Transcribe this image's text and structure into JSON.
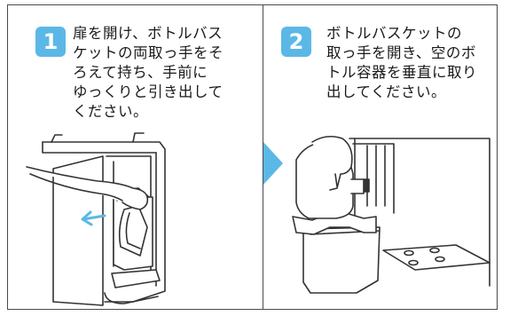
{
  "steps": [
    {
      "number": "1",
      "text": "扉を開け、ボトルバス\nケットの両取っ手をそ\nろえて持ち、手前に\nゆっくりと引き出して\nください。"
    },
    {
      "number": "2",
      "text": "ボトルバスケットの\n取っ手を開き、空のボ\nトル容器を垂直に取り\n出してください。"
    }
  ],
  "colors": {
    "badge": "#5bb8e6",
    "arrow": "#5bb8e6",
    "line": "#333333"
  },
  "icons": {
    "next_step": "chevron-right-arrow",
    "pull_direction": "left-arrow"
  }
}
